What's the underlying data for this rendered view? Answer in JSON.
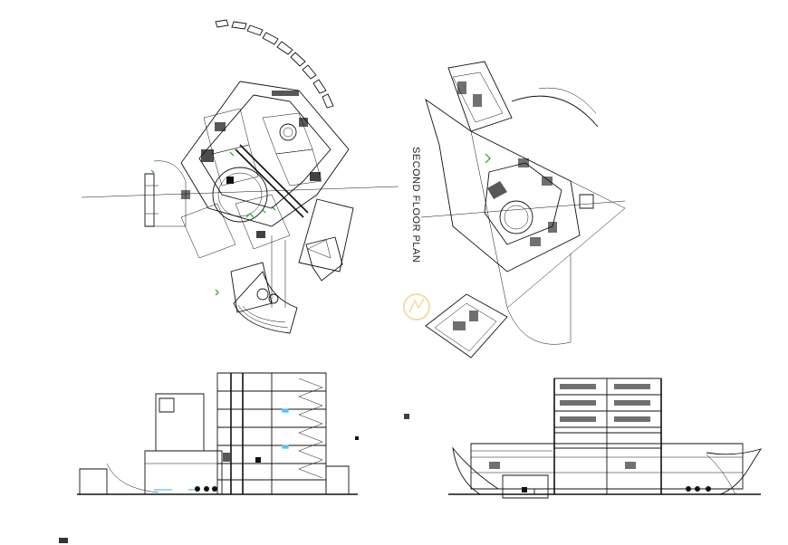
{
  "drawing": {
    "plan_label": "SECOND FLOOR PLAN",
    "colors": {
      "linework": "#111111",
      "accent_green": "#1aa31a",
      "accent_cyan": "#4fc3f7",
      "watermark": "#e8c35a",
      "background": "#ffffff"
    },
    "views": [
      "first-floor-plan",
      "second-floor-plan",
      "elevation-section-left",
      "elevation-section-right"
    ]
  }
}
